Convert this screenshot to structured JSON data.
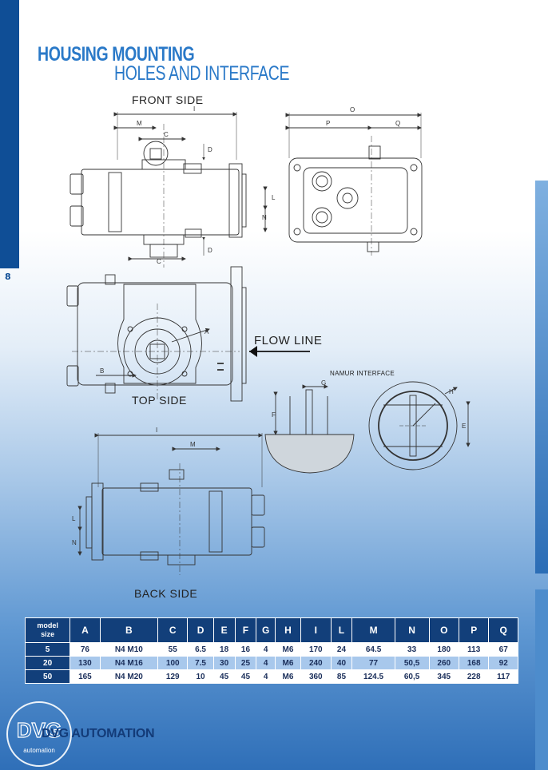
{
  "page": {
    "number": "8"
  },
  "title": {
    "line1": "HOUSING MOUNTING",
    "line2": "HOLES AND INTERFACE"
  },
  "views": {
    "front": "FRONT SIDE",
    "top": "TOP SIDE",
    "back": "BACK SIDE",
    "flow": "FLOW LINE",
    "namur": "NAMUR INTERFACE"
  },
  "dims": {
    "I": "I",
    "M": "M",
    "C": "C",
    "D": "D",
    "L": "L",
    "N": "N",
    "O": "O",
    "P": "P",
    "Q": "Q",
    "A": "A",
    "B": "B",
    "G": "G",
    "H": "H",
    "F": "F",
    "E": "E"
  },
  "table": {
    "header_line1": "model",
    "header_line2": "size",
    "columns": [
      "A",
      "B",
      "C",
      "D",
      "E",
      "F",
      "G",
      "H",
      "I",
      "L",
      "M",
      "N",
      "O",
      "P",
      "Q"
    ],
    "rows": [
      [
        "5",
        "76",
        "N4 M10",
        "55",
        "6.5",
        "18",
        "16",
        "4",
        "M6",
        "170",
        "24",
        "64.5",
        "33",
        "180",
        "113",
        "67"
      ],
      [
        "20",
        "130",
        "N4 M16",
        "100",
        "7.5",
        "30",
        "25",
        "4",
        "M6",
        "240",
        "40",
        "77",
        "50,5",
        "260",
        "168",
        "92"
      ],
      [
        "50",
        "165",
        "N4 M20",
        "129",
        "10",
        "45",
        "45",
        "4",
        "M6",
        "360",
        "85",
        "124.5",
        "60,5",
        "345",
        "228",
        "117"
      ]
    ]
  },
  "brand": {
    "name": "DVG AUTOMATION",
    "logo_text": "DVG",
    "logo_sub": "automation"
  },
  "colors": {
    "dark_blue": "#0f4e96",
    "title_blue": "#2a79c8",
    "table_header": "#123f7a",
    "table_alt": "#a8c8ec"
  }
}
